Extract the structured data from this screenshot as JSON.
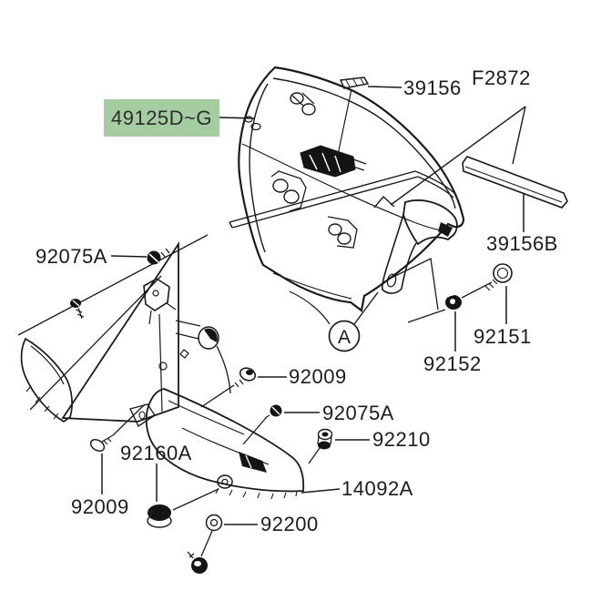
{
  "figure": {
    "type": "exploded-parts-diagram",
    "background_color": "#ffffff",
    "line_color": "#1a1a1a",
    "highlight_color": "#a5cda2",
    "highlighted_part": "49125D~G"
  },
  "labels": {
    "l49125": {
      "text": "49125D~G",
      "highlighted": true
    },
    "l39156": {
      "text": "39156"
    },
    "lF2872": {
      "text": "F2872"
    },
    "l39156B": {
      "text": "39156B"
    },
    "l92151": {
      "text": "92151"
    },
    "l92152": {
      "text": "92152"
    },
    "l92075A_top": {
      "text": "92075A"
    },
    "l92009_mid": {
      "text": "92009"
    },
    "l92075A_mid": {
      "text": "92075A"
    },
    "l92210": {
      "text": "92210"
    },
    "l92160A": {
      "text": "92160A"
    },
    "l14092A": {
      "text": "14092A"
    },
    "l92009_bot": {
      "text": "92009"
    },
    "l92200": {
      "text": "92200"
    },
    "callout_A": {
      "text": "A"
    }
  }
}
